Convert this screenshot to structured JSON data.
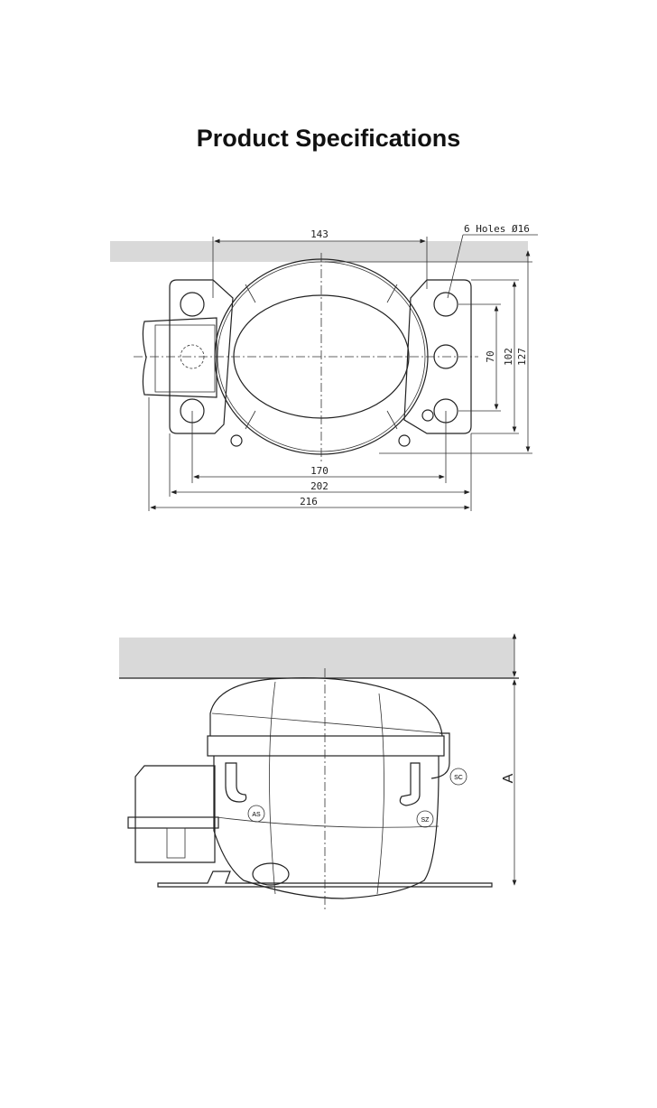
{
  "title": "Product Specifications",
  "top_view": {
    "holes_label": "6 Holes Ø16",
    "dim_top": "143",
    "dim_70": "70",
    "dim_102": "102",
    "dim_127": "127",
    "dim_170": "170",
    "dim_202": "202",
    "dim_216": "216"
  },
  "side_view": {
    "height_label": "A",
    "tag_sc": "SC",
    "tag_as": "AS",
    "tag_sz": "SZ"
  },
  "colors": {
    "band": "#d9d9d9",
    "line": "#222222"
  }
}
